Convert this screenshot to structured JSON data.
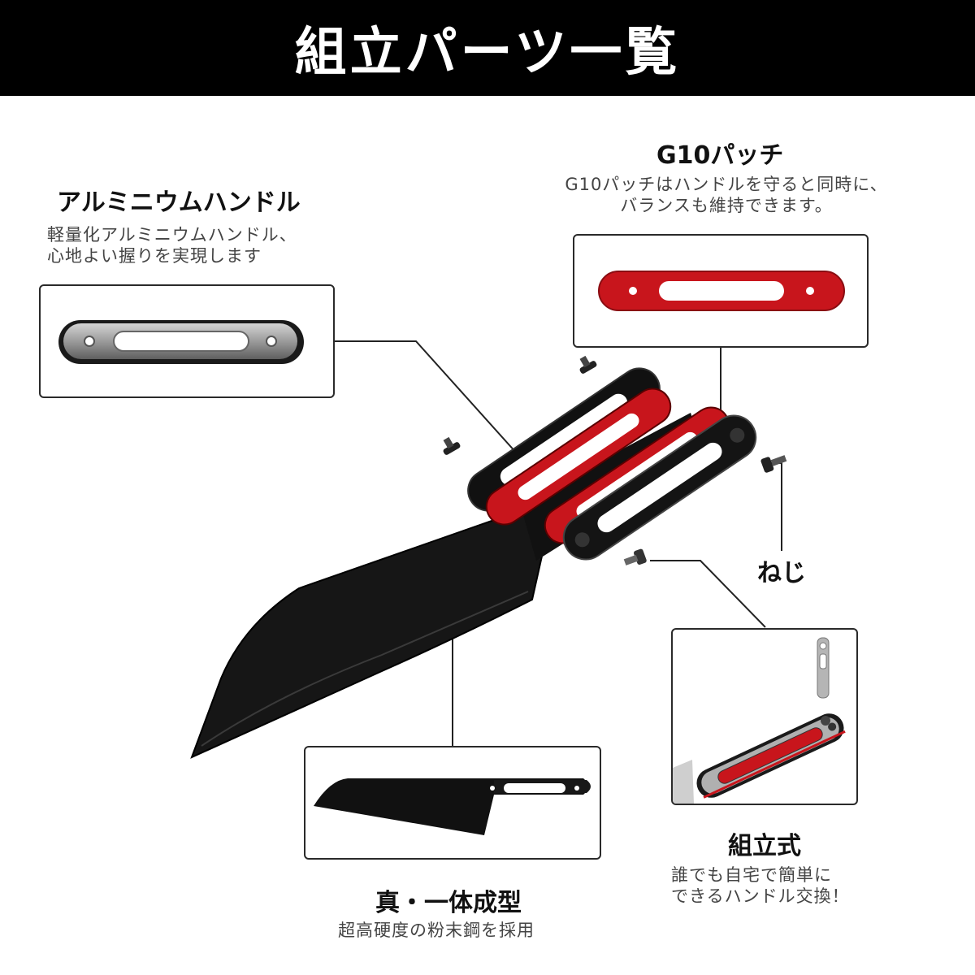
{
  "banner": {
    "title": "組立パーツ一覧"
  },
  "aluminum_handle": {
    "heading": "アルミニウムハンドル",
    "desc_line1": "軽量化アルミニウムハンドル、",
    "desc_line2": "心地よい握りを実現します"
  },
  "g10_patch": {
    "heading": "G10パッチ",
    "desc_line1": "G10パッチはハンドルを守ると同時に、",
    "desc_line2": "バランスも維持できます。"
  },
  "screw": {
    "heading": "ねじ"
  },
  "assembly": {
    "heading": "組立式",
    "desc_line1": "誰でも自宅で簡単に",
    "desc_line2": "できるハンドル交換！"
  },
  "blade": {
    "heading": "真・一体成型",
    "desc": "超高硬度の粉末鋼を採用"
  },
  "colors": {
    "background": "#ffffff",
    "banner": "#000000",
    "patch_red": "#c8151c",
    "handle_black": "#151515",
    "aluminum_silver": "#a9a9a9"
  }
}
